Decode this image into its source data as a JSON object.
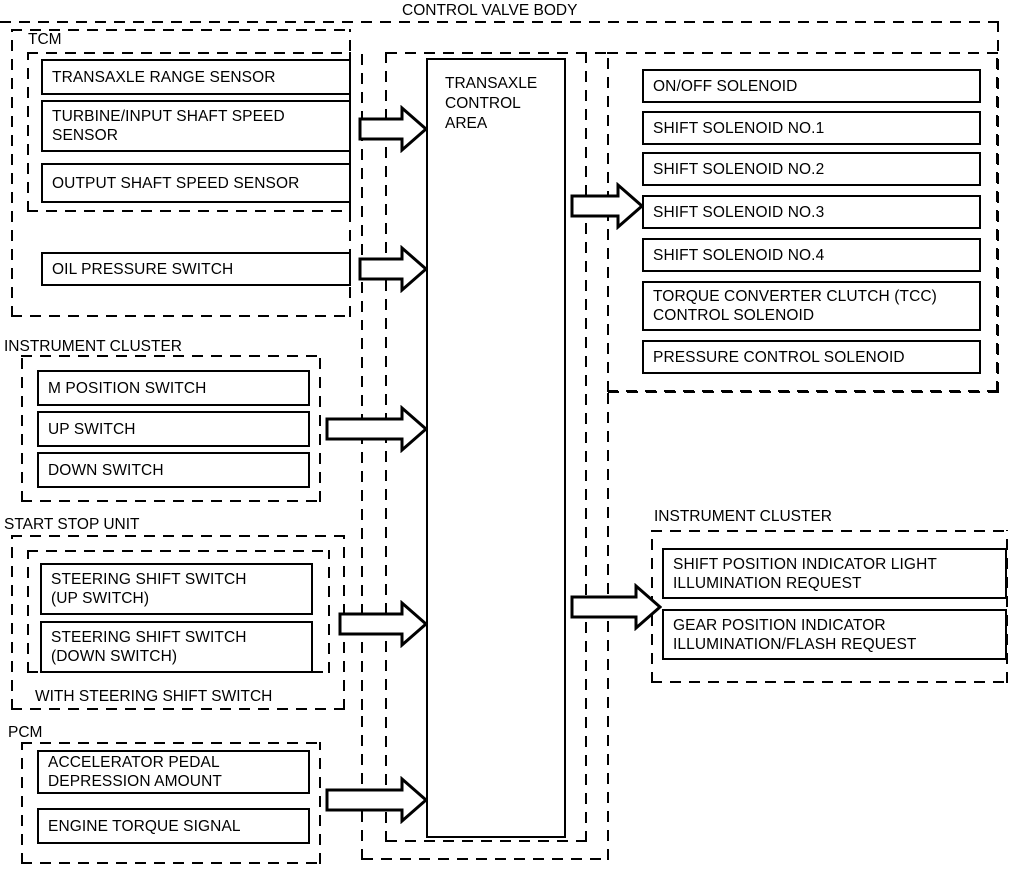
{
  "diagram": {
    "title": "CONTROL VALVE BODY",
    "center_block": "TRANSAXLE\nCONTROL\nAREA"
  },
  "groups": {
    "tcm": "TCM",
    "instrument_cluster_left": "INSTRUMENT CLUSTER",
    "start_stop_unit": "START STOP UNIT",
    "with_steering_shift_switch": "WITH STEERING SHIFT SWITCH",
    "pcm": "PCM",
    "instrument_cluster_right": "INSTRUMENT CLUSTER"
  },
  "inputs": {
    "tcm_sensors": [
      "TRANSAXLE RANGE SENSOR",
      "TURBINE/INPUT SHAFT SPEED\nSENSOR",
      "OUTPUT SHAFT SPEED SENSOR"
    ],
    "tcm_switch": "OIL PRESSURE SWITCH",
    "cluster_switches": [
      "M POSITION SWITCH",
      "UP SWITCH",
      "DOWN SWITCH"
    ],
    "steering_switches": [
      "STEERING SHIFT SWITCH\n(UP SWITCH)",
      "STEERING SHIFT SWITCH\n(DOWN SWITCH)"
    ],
    "pcm_signals": [
      "ACCELERATOR PEDAL\nDEPRESSION AMOUNT",
      "ENGINE TORQUE SIGNAL"
    ]
  },
  "outputs": {
    "solenoids": [
      "ON/OFF SOLENOID",
      "SHIFT SOLENOID NO.1",
      "SHIFT SOLENOID NO.2",
      "SHIFT SOLENOID NO.3",
      "SHIFT SOLENOID NO.4",
      "TORQUE CONVERTER CLUTCH (TCC)\nCONTROL SOLENOID",
      "PRESSURE CONTROL SOLENOID"
    ],
    "cluster_requests": [
      "SHIFT POSITION INDICATOR LIGHT\nILLUMINATION REQUEST",
      "GEAR POSITION INDICATOR\nILLUMINATION/FLASH REQUEST"
    ]
  },
  "colors": {
    "line": "#000000",
    "background": "#ffffff"
  }
}
